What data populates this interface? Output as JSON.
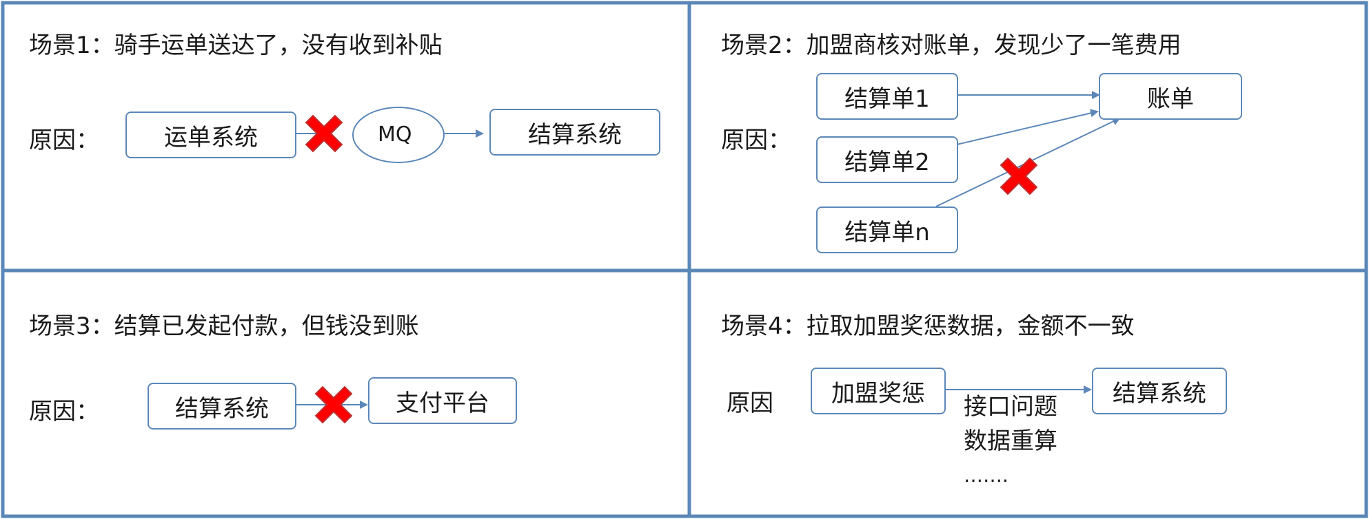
{
  "colors": {
    "border": "#5b87b8",
    "arrow": "#5b87b8",
    "fail_mark": "#ff0000"
  },
  "panel1": {
    "title": "场景1：骑手运单送达了，没有收到补贴",
    "reason_label": "原因：",
    "box_waybill": "运单系统",
    "node_mq": "MQ",
    "box_settlement": "结算系统"
  },
  "panel2": {
    "title": "场景2：加盟商核对账单，发现少了一笔费用",
    "reason_label": "原因：",
    "box_s1": "结算单1",
    "box_s2": "结算单2",
    "box_sn": "结算单n",
    "box_bill": "账单"
  },
  "panel3": {
    "title": "场景3：结算已发起付款，但钱没到账",
    "reason_label": "原因：",
    "box_settlement": "结算系统",
    "box_payment": "支付平台"
  },
  "panel4": {
    "title": "场景4：拉取加盟奖惩数据，金额不一致",
    "reason_label": "原因",
    "box_reward": "加盟奖惩",
    "box_settlement": "结算系统",
    "notes": [
      "接口问题",
      "数据重算",
      "……."
    ]
  }
}
